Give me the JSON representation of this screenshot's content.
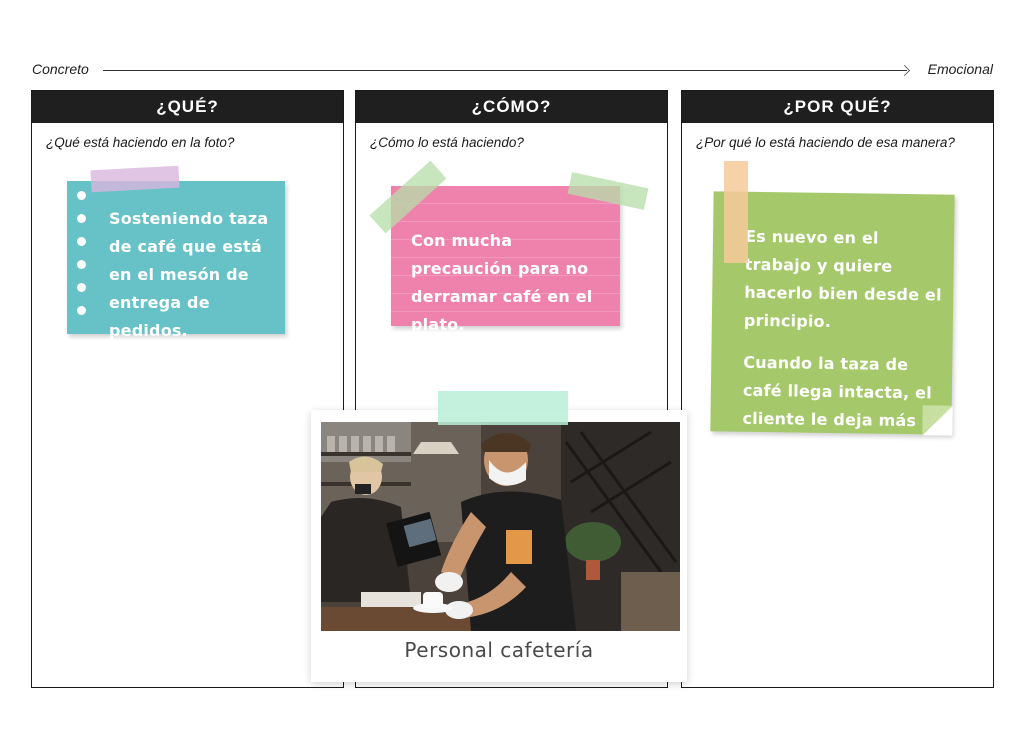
{
  "axis": {
    "left_label": "Concreto",
    "right_label": "Emocional"
  },
  "columns": [
    {
      "header": "¿QUÉ?",
      "question": "¿Qué está haciendo en la foto?"
    },
    {
      "header": "¿CÓMO?",
      "question": "¿Cómo lo está haciendo?"
    },
    {
      "header": "¿POR QUÉ?",
      "question": "¿Por qué lo está haciendo de esa manera?"
    }
  ],
  "notes": {
    "what": {
      "text": "Sosteniendo taza de café que está en el mesón de entrega de pedidos.",
      "color": "#67c2c8"
    },
    "how": {
      "text": "Con mucha precaución para no derramar café en el plato.",
      "color": "#ef82ad"
    },
    "why": {
      "paragraph1": "Es nuevo en el trabajo y quiere hacerlo bien desde el principio.",
      "paragraph2": "Cuando la taza de café llega intacta, el cliente le deja más propina.",
      "color": "#a5c96a"
    }
  },
  "photo": {
    "caption": "Personal cafetería"
  },
  "colors": {
    "header_bg": "#1f1f1f",
    "tape_purple": "#d9b6df",
    "tape_green": "#b6dea8",
    "tape_orange": "#f6c999",
    "tape_mint": "#b9efd7"
  }
}
